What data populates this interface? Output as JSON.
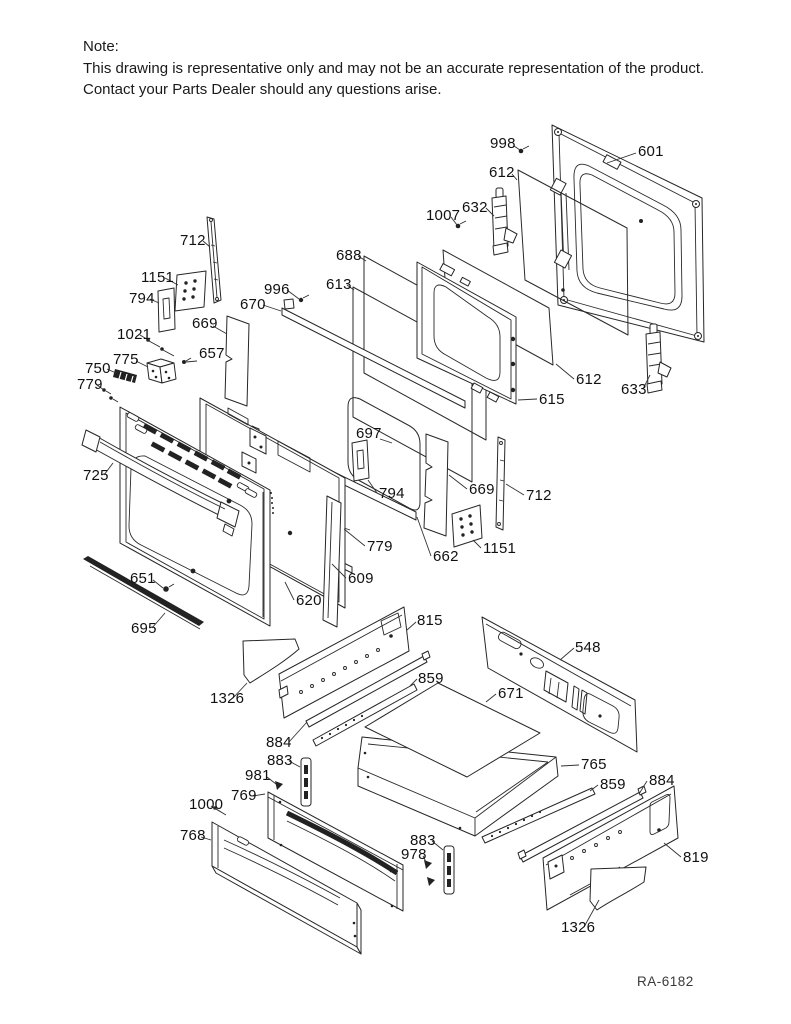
{
  "note": {
    "heading": "Note:",
    "line1": "This drawing is representative only and may not be an accurate representation of the product.",
    "line2": "Contact your Parts Dealer should any questions arise."
  },
  "footer": {
    "drawing_number": "RA-6182"
  },
  "colors": {
    "line": "#262626",
    "dark_fill": "#222222",
    "text": "#111111",
    "background": "#ffffff"
  },
  "callouts": [
    {
      "label": "998"
    },
    {
      "label": "601"
    },
    {
      "label": "612"
    },
    {
      "label": "632"
    },
    {
      "label": "1007"
    },
    {
      "label": "712"
    },
    {
      "label": "1151"
    },
    {
      "label": "794"
    },
    {
      "label": "996"
    },
    {
      "label": "670"
    },
    {
      "label": "688"
    },
    {
      "label": "613"
    },
    {
      "label": "1021"
    },
    {
      "label": "669"
    },
    {
      "label": "657"
    },
    {
      "label": "775"
    },
    {
      "label": "750"
    },
    {
      "label": "779"
    },
    {
      "label": "612"
    },
    {
      "label": "633"
    },
    {
      "label": "615"
    },
    {
      "label": "725"
    },
    {
      "label": "697"
    },
    {
      "label": "794"
    },
    {
      "label": "669"
    },
    {
      "label": "712"
    },
    {
      "label": "779"
    },
    {
      "label": "662"
    },
    {
      "label": "1151"
    },
    {
      "label": "609"
    },
    {
      "label": "620"
    },
    {
      "label": "651"
    },
    {
      "label": "695"
    },
    {
      "label": "1326"
    },
    {
      "label": "815"
    },
    {
      "label": "859"
    },
    {
      "label": "884"
    },
    {
      "label": "548"
    },
    {
      "label": "671"
    },
    {
      "label": "765"
    },
    {
      "label": "859"
    },
    {
      "label": "884"
    },
    {
      "label": "819"
    },
    {
      "label": "1326"
    },
    {
      "label": "883"
    },
    {
      "label": "981"
    },
    {
      "label": "769"
    },
    {
      "label": "1000"
    },
    {
      "label": "768"
    },
    {
      "label": "883"
    },
    {
      "label": "978"
    }
  ]
}
